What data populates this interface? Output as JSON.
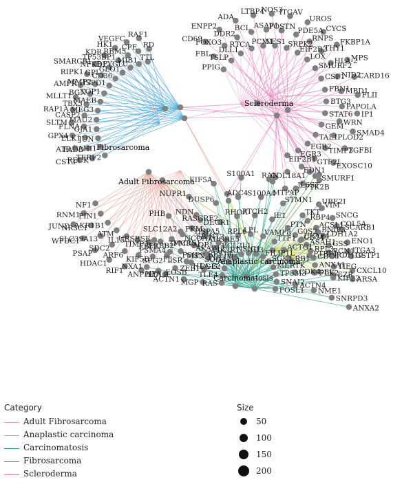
{
  "categories": [
    {
      "name": "Adult Fibrosarcoma",
      "color": "#e8a39a"
    },
    {
      "name": "Anaplastic carcinoma",
      "color": "#b9c23c"
    },
    {
      "name": "Carcinomatosis",
      "color": "#25a08a"
    },
    {
      "name": "Fibrosarcoma",
      "color": "#3fa0d8"
    },
    {
      "name": "Scleroderma",
      "color": "#e77cbd"
    }
  ],
  "legend": {
    "category_title": "Category",
    "size_title": "Size",
    "sizes": [
      "50",
      "100",
      "150",
      "200"
    ]
  },
  "hubs": [
    {
      "id": "fib",
      "label": "Fibrosarcoma",
      "color": "#3fa0d8"
    },
    {
      "id": "afib",
      "label": "Adult Fibrosarcoma",
      "color": "#e8a39a"
    },
    {
      "id": "scl",
      "label": "Scleroderma",
      "color": "#e77cbd"
    },
    {
      "id": "ana",
      "label": "Anaplastic carcinoma",
      "color": "#b9c23c"
    },
    {
      "id": "car",
      "label": "Carcinomatosis",
      "color": "#25a08a"
    }
  ],
  "genes": {
    "fibro": [
      "TERF2",
      "RECK",
      "CST3",
      "AHI1",
      "FADD",
      "ATR",
      "JUN",
      "ELK1",
      "GPX4",
      "GJA1",
      "FLNA",
      "SLTM",
      "MAU2",
      "CASP2",
      "RAP1A",
      "MEG3",
      "TBX3",
      "MLLT1",
      "MAEB",
      "BGN",
      "AMFR",
      "TOP1",
      "MMP2",
      "RIPK1",
      "HSPD1",
      "GPI",
      "SMARCB1",
      "CD36",
      "NFKB1",
      "KDR",
      "GLO1",
      "TP53BP1",
      "HK1",
      "DPYGLU",
      "RBM5",
      "VEGFC",
      "MIB1",
      "CPE",
      "RAF1",
      "TTL",
      "RD"
    ],
    "afib": [
      "NF1",
      "RNM1",
      "JUND",
      "PIN1",
      "NR3C1",
      "WFDC1",
      "AKR1B1",
      "SLC39A13",
      "PSAP",
      "ATM",
      "SDC2",
      "HDAC1",
      "IL15",
      "ARF6",
      "RIF1",
      "TIMP2",
      "KIF5B",
      "ANPEP",
      "FBP1",
      "SPG2",
      "LDLR",
      "ERBB2",
      "F3",
      "EOSB",
      "MCRS1",
      "PSIP1",
      "HLA-G",
      "NCOA7",
      "AKAP12",
      "PDLIM5",
      "HSPA5",
      "ADGRE5",
      "BCL2L1",
      "DECR1"
    ],
    "scl": [
      "PPIG",
      "FBL",
      "CD69",
      "TSLP",
      "FOXO3",
      "ENPP2",
      "DLL1",
      "DDR2",
      "ADA",
      "RTCA",
      "BCL",
      "LTBP4",
      "PCM1",
      "ASAP1",
      "NOS3",
      "NFS1",
      "POSTN",
      "ITGAV",
      "SRPK2",
      "PDE5A",
      "UROS",
      "EIF2B2",
      "RNPS",
      "CYCS",
      "LOX",
      "THY1",
      "FKBP1A",
      "SMURF2",
      "HLA-2",
      "MPS",
      "CSF1",
      "NID2",
      "CARD16",
      "FBN1",
      "MBD1",
      "FLII",
      "BTG3",
      "PAPOLA",
      "IP1",
      "STAT6",
      "WRN",
      "SMAD4",
      "GEM",
      "PLOD2",
      "TGFBI",
      "TAL1",
      "TIMP3",
      "EXOSC10",
      "EGR2",
      "GTF2I",
      "SMURF1",
      "EGR3",
      "EDN1",
      "PTK2B",
      "EIF2B1",
      "COL18A1",
      "MTPAP"
    ],
    "ana": [
      "G0S2",
      "RBP4",
      "VIM",
      "CKAP4",
      "ACSL1",
      "SNCG",
      "ASAH1",
      "LDH1A2",
      "SCARB1",
      "RPL3",
      "GSS",
      "ENO1",
      "CDC6",
      "RDH10",
      "GSTP1",
      "ANXA1",
      "TIEG",
      "CXCL10",
      "PLK2",
      "KIF22"
    ],
    "car": [
      "RAS",
      "MGP",
      "ACTN1",
      "NPA",
      "NXA1",
      "TLE4",
      "ZEB1",
      "LSR",
      "PSMA4",
      "URSRSE",
      "PGE2",
      "MSN",
      "TPM3",
      "SLC12A2",
      "PHB",
      "SOD2",
      "AQP1",
      "PKM",
      "NDN",
      "NUPR1",
      "RPS14",
      "SPINT2",
      "RASGRF2",
      "DUSP6",
      "EIF5A",
      "PIK3R1",
      "RPL6",
      "RHOA",
      "ADC4",
      "S100A1",
      "NSIG1",
      "LPL",
      "PTCH2",
      "S100A4",
      "RAN",
      "ID3",
      "VAMP8",
      "IE1",
      "STMN1",
      "IL6ST",
      "FILIP1L",
      "TTF1",
      "PTN",
      "TKT",
      "UBE2I",
      "SGK1",
      "ACTG1",
      "CD74",
      "BNIP3",
      "COL5A",
      "MERTK",
      "RB1",
      "PTBP1",
      "RCN1",
      "ITGA3",
      "TP53I3",
      "CDK4",
      "DBI",
      "EZR",
      "ARSA",
      "SNAI2",
      "ACTN4",
      "NME1",
      "SNRPD3",
      "ANXA2",
      "FOSL1"
    ]
  }
}
